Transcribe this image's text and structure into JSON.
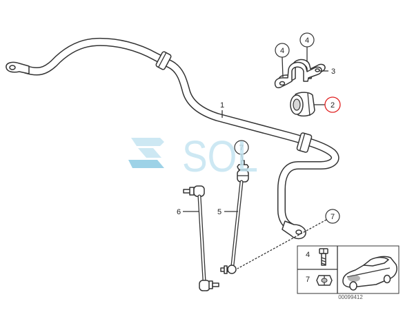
{
  "callouts": {
    "stabilizer_bar": "1",
    "stabilizer_bushing": "2",
    "bracket": "3",
    "bracket_bolt_left": "4",
    "bracket_bolt_right": "4",
    "upper_nut": "7",
    "link_rod_right": "5",
    "link_rod_left": "6",
    "lower_nut": "7"
  },
  "inset": {
    "items": [
      {
        "label": "4",
        "icon": "bolt-icon"
      },
      {
        "label": "7",
        "icon": "nut-icon"
      }
    ],
    "vehicle_icon": "sedan-car-icon"
  },
  "diagram_number": "00099412",
  "watermark": {
    "text": "SOL",
    "icon": "sol-logo-icon"
  },
  "colors": {
    "line": "#333333",
    "highlight": "#e02020",
    "watermark": "#c5e5f1",
    "watermark_dark": "#8ccbe3"
  }
}
